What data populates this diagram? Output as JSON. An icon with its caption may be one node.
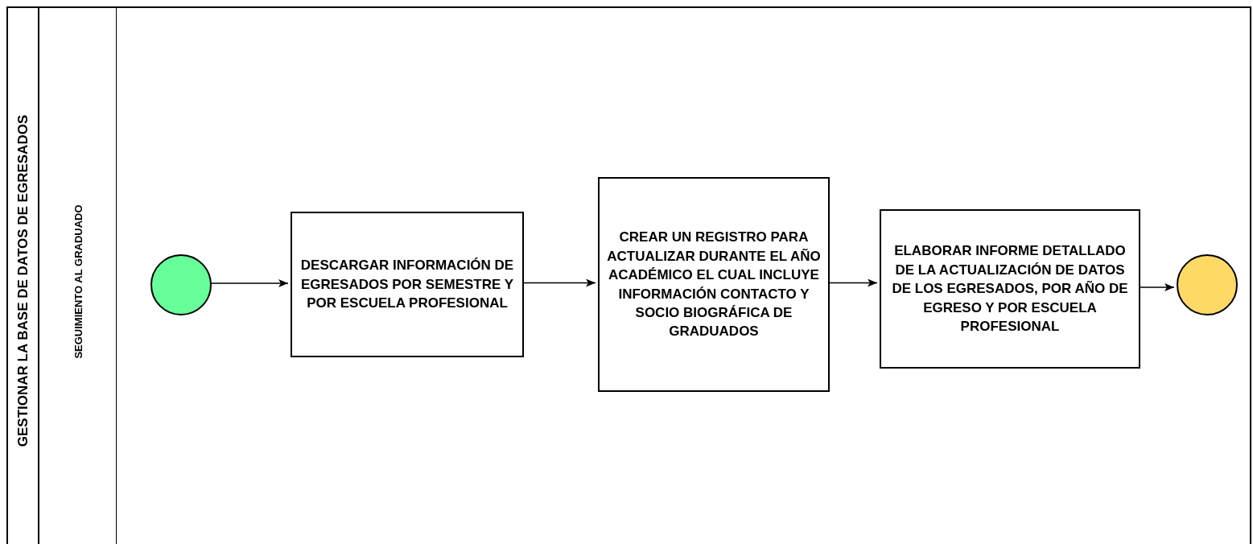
{
  "diagram": {
    "nodes": [
      {
        "text": [
          "GESTIONAR LA BASE DE DATOS DE EGRESADOS"
        ]
      },
      {
        "text": [
          "SEGUIMIENTO AL GRADUADO"
        ],
        "in": 0
      },
      {
        "text": [],
        "shape": "circle",
        "in": 1
      },
      {
        "text": [
          "DESCARGAR INFORMACIÓN DE EGRESADOS POR SEMESTRE Y POR ESCUELA PROFESIONAL"
        ],
        "in": 1
      },
      {
        "text": [
          "CREAR UN REGISTRO PARA ACTUALIZAR DURANTE EL AÑO ACADÉMICO EL CUAL INCLUYE INFORMACIÓN CONTACTO  Y SOCIO BIOGRÁFICA DE GRADUADOS"
        ],
        "in": 1
      },
      {
        "text": [
          "ELABORAR INFORME DETALLADO DE LA ACTUALIZACIÓN DE DATOS DE LOS EGRESADOS, POR AÑO DE EGRESO Y POR ESCUELA PROFESIONAL"
        ],
        "in": 1
      },
      {
        "text": [],
        "shape": "circle",
        "in": 1
      }
    ],
    "edges": [
      {
        "from": 2,
        "to": 3,
        "arrow": "to"
      },
      {
        "from": 3,
        "to": 4,
        "arrow": "to"
      },
      {
        "from": 4,
        "to": 5,
        "arrow": "to"
      },
      {
        "from": 5,
        "to": 6,
        "arrow": "to"
      }
    ]
  }
}
